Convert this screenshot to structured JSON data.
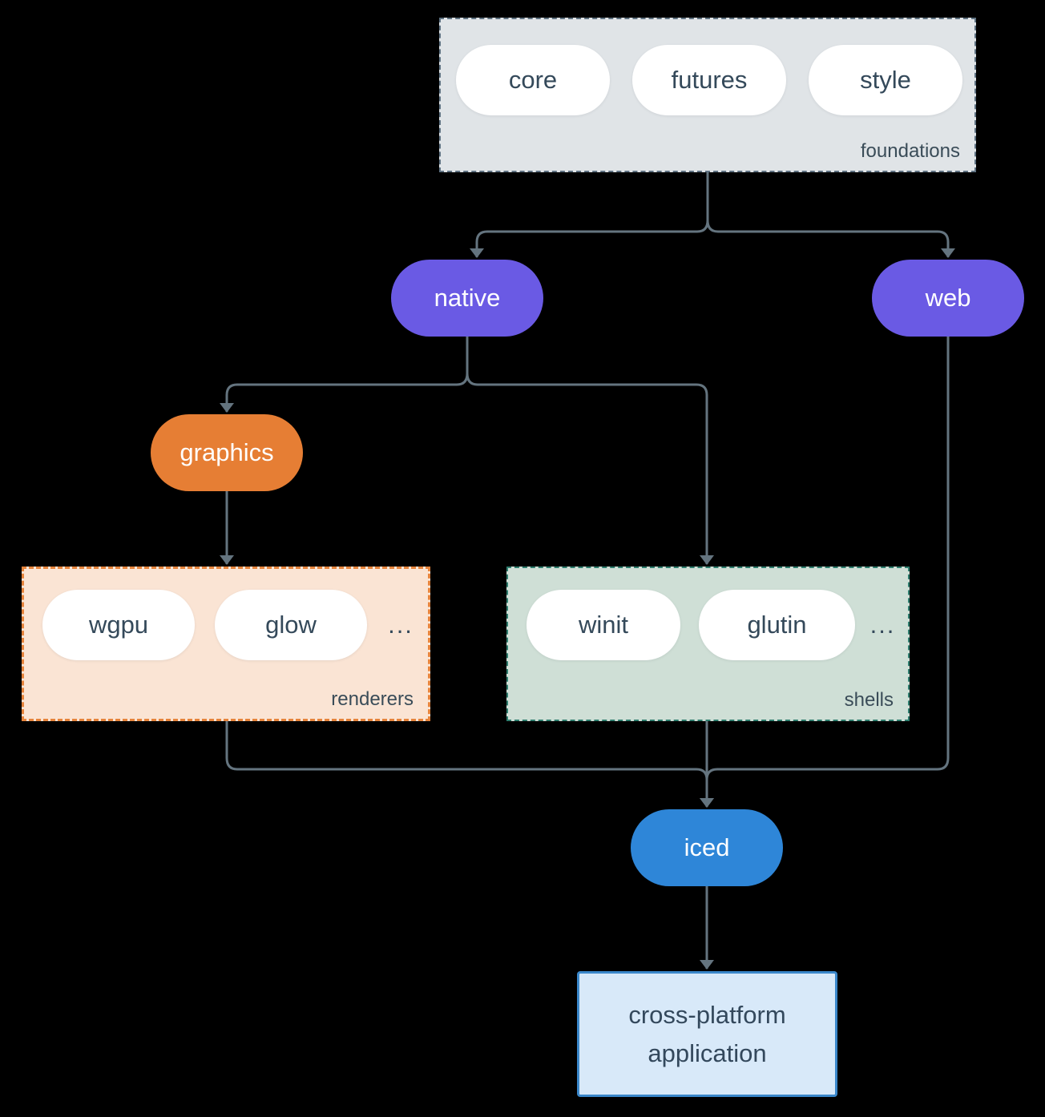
{
  "groups": {
    "foundations": {
      "label": "foundations",
      "items": [
        "core",
        "futures",
        "style"
      ]
    },
    "renderers": {
      "label": "renderers",
      "items": [
        "wgpu",
        "glow"
      ],
      "more": "..."
    },
    "shells": {
      "label": "shells",
      "items": [
        "winit",
        "glutin"
      ],
      "more": "..."
    }
  },
  "nodes": {
    "native": {
      "label": "native",
      "color": "#6a5ae4"
    },
    "web": {
      "label": "web",
      "color": "#6a5ae4"
    },
    "graphics": {
      "label": "graphics",
      "color": "#e67e34"
    },
    "iced": {
      "label": "iced",
      "color": "#2e86d8"
    },
    "application": {
      "label": "cross-platform application",
      "fill": "#d8e9f9",
      "border": "#3a87ca"
    }
  },
  "colors": {
    "background": "#000000",
    "connector": "#64747f",
    "text_dark": "#34495a",
    "pill_fill": "#ffffff",
    "foundations_fill": "#e0e4e7",
    "foundations_border": "#5f7282",
    "renderers_fill": "#fae4d4",
    "renderers_border": "#e6843c",
    "shells_fill": "#cfdfd6",
    "shells_border": "#2e7d6e"
  }
}
